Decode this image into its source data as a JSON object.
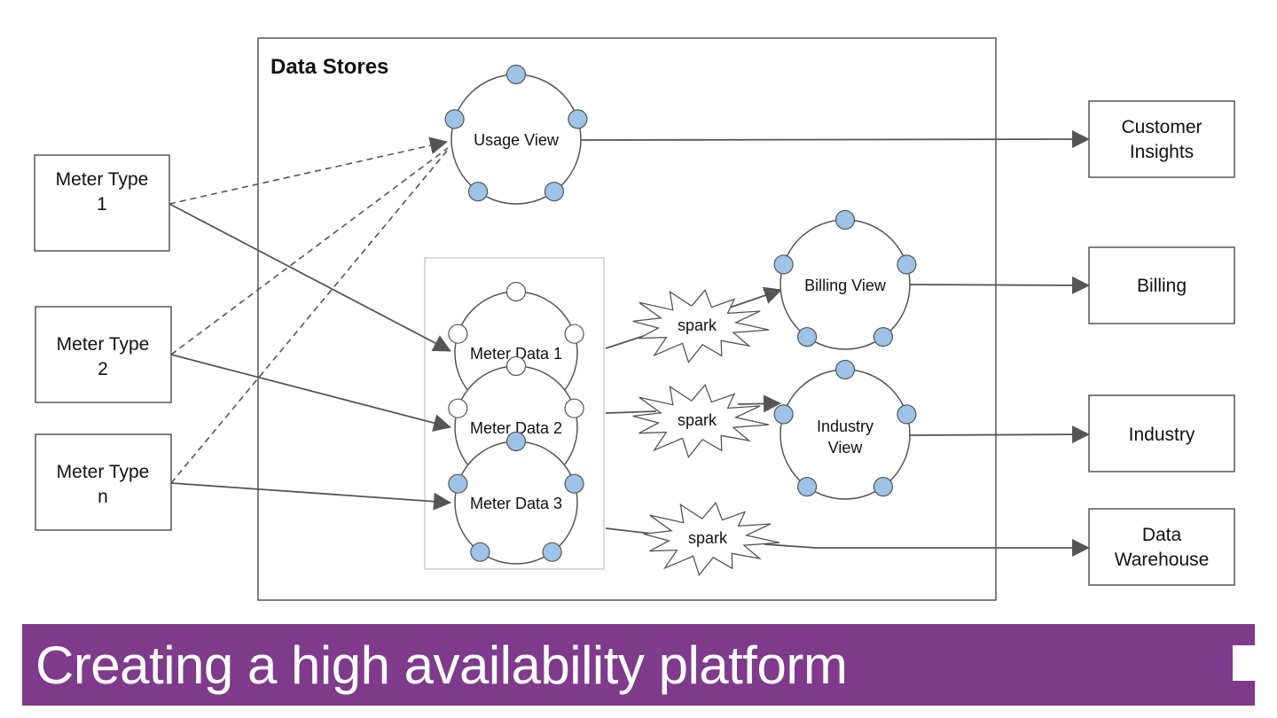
{
  "slide": {
    "title": "Creating a high availability platform",
    "banner_color": "#7f3a8c"
  },
  "container": {
    "label": "Data Stores"
  },
  "sources": [
    {
      "id": "mt1",
      "line1": "Meter Type",
      "line2": "1"
    },
    {
      "id": "mt2",
      "line1": "Meter Type",
      "line2": "2"
    },
    {
      "id": "mtn",
      "line1": "Meter Type",
      "line2": "n"
    }
  ],
  "stores": [
    {
      "id": "usage",
      "line1": "Usage View",
      "line2": "",
      "node_color": "#9dc3e6"
    },
    {
      "id": "md1",
      "line1": "Meter Data 1",
      "line2": "",
      "node_color": "#ffffff"
    },
    {
      "id": "md2",
      "line1": "Meter Data 2",
      "line2": "",
      "node_color": "#ffffff"
    },
    {
      "id": "md3",
      "line1": "Meter Data 3",
      "line2": "",
      "node_color": "#9dc3e6"
    },
    {
      "id": "billing",
      "line1": "Billing View",
      "line2": "",
      "node_color": "#9dc3e6"
    },
    {
      "id": "industry",
      "line1": "Industry",
      "line2": "View",
      "node_color": "#9dc3e6"
    }
  ],
  "processors": [
    {
      "id": "spark1",
      "label": "spark"
    },
    {
      "id": "spark2",
      "label": "spark"
    },
    {
      "id": "spark3",
      "label": "spark"
    }
  ],
  "sinks": [
    {
      "id": "ci",
      "line1": "Customer",
      "line2": "Insights"
    },
    {
      "id": "bill",
      "line1": "Billing",
      "line2": ""
    },
    {
      "id": "ind",
      "line1": "Industry",
      "line2": ""
    },
    {
      "id": "dw",
      "line1": "Data",
      "line2": "Warehouse"
    }
  ],
  "edges": [
    {
      "from": "mt1",
      "to": "usage",
      "style": "dashed"
    },
    {
      "from": "mt2",
      "to": "usage",
      "style": "dashed"
    },
    {
      "from": "mtn",
      "to": "usage",
      "style": "dashed"
    },
    {
      "from": "mt1",
      "to": "md1",
      "style": "solid"
    },
    {
      "from": "mt2",
      "to": "md2",
      "style": "solid"
    },
    {
      "from": "mtn",
      "to": "md3",
      "style": "solid"
    },
    {
      "from": "md1",
      "to": "billing",
      "via": "spark1",
      "style": "solid"
    },
    {
      "from": "md2",
      "to": "industry",
      "via": "spark2",
      "style": "solid"
    },
    {
      "from": "md3",
      "to": "dw",
      "via": "spark3",
      "style": "solid"
    },
    {
      "from": "usage",
      "to": "ci",
      "style": "solid"
    },
    {
      "from": "billing",
      "to": "bill",
      "style": "solid"
    },
    {
      "from": "industry",
      "to": "ind",
      "style": "solid"
    }
  ]
}
